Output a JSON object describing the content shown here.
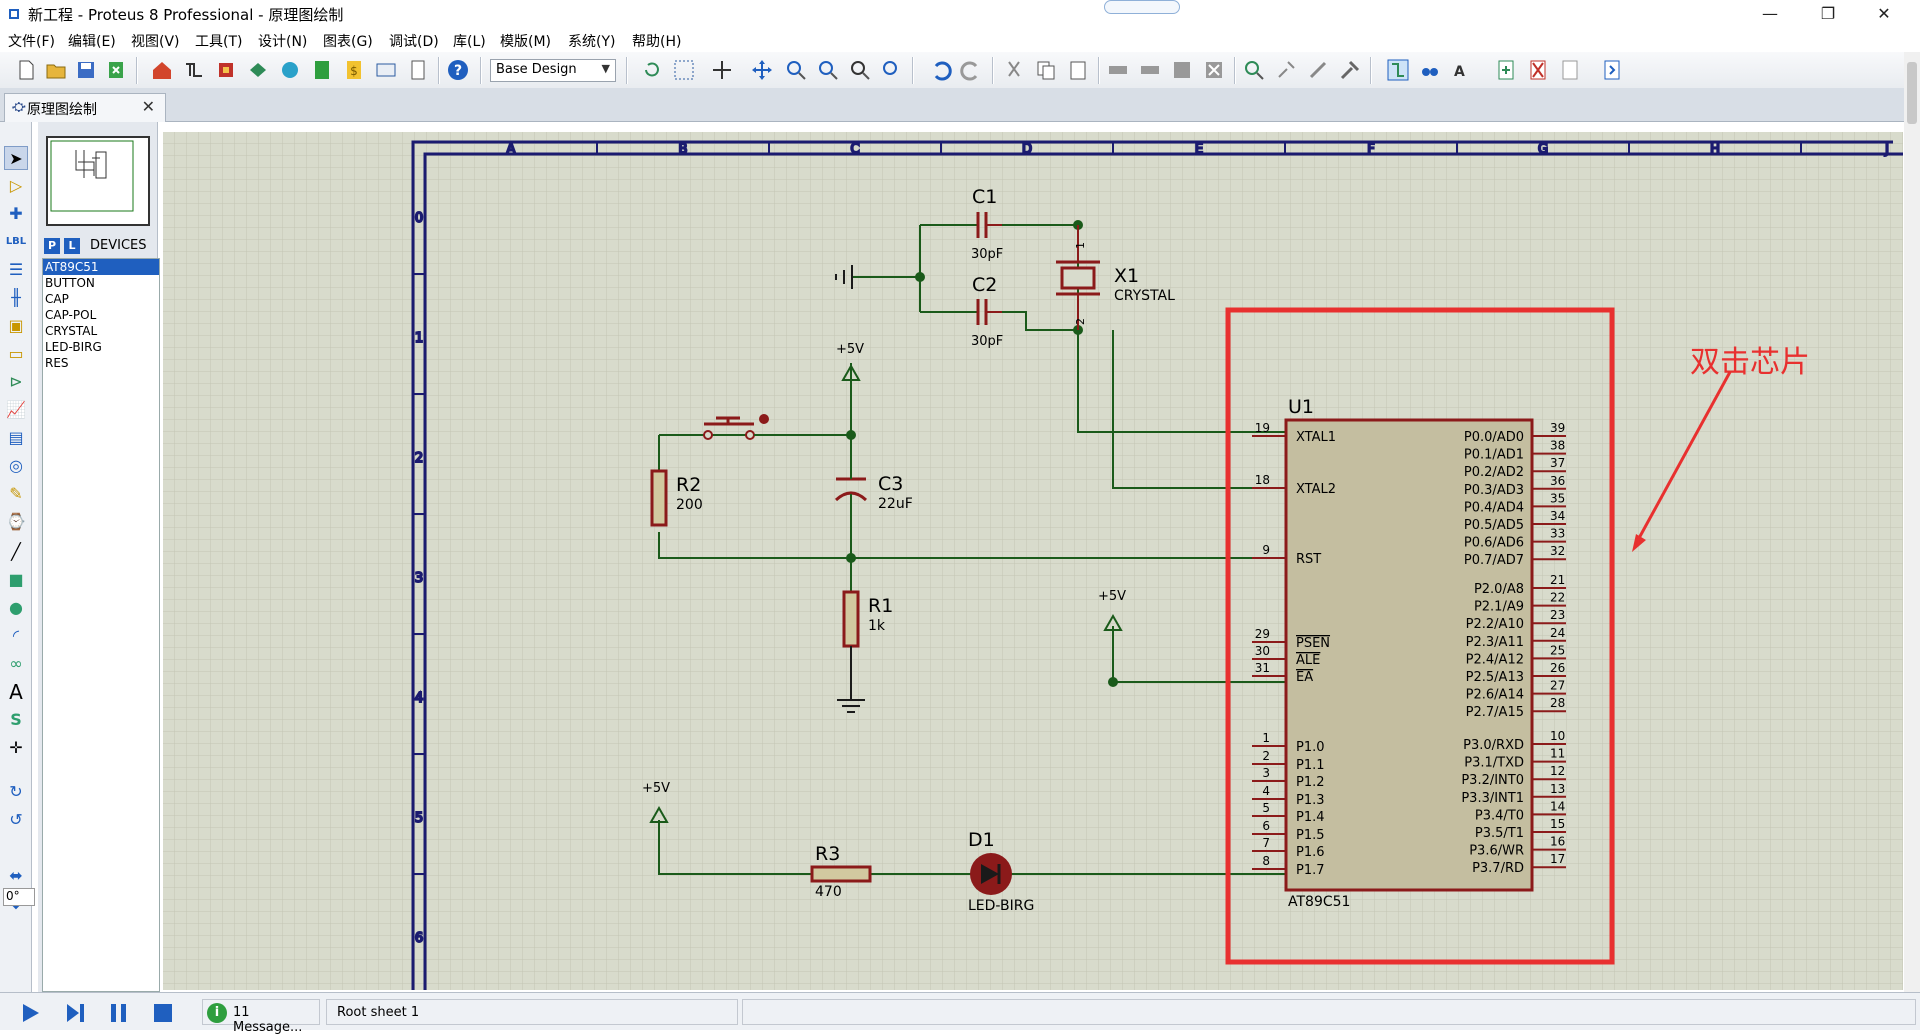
{
  "window": {
    "title": "新工程 - Proteus 8 Professional - 原理图绘制"
  },
  "menu": [
    "文件(F)",
    "编辑(E)",
    "视图(V)",
    "工具(T)",
    "设计(N)",
    "图表(G)",
    "调试(D)",
    "库(L)",
    "模版(M)",
    "系统(Y)",
    "帮助(H)"
  ],
  "toolbar": {
    "design_combo": "Base Design"
  },
  "tab": {
    "label": "原理图绘制"
  },
  "device_panel": {
    "p_label": "P",
    "l_label": "L",
    "header": "DEVICES",
    "devices": [
      "AT89C51",
      "BUTTON",
      "CAP",
      "CAP-POL",
      "CRYSTAL",
      "LED-BIRG",
      "RES"
    ],
    "selected": "AT89C51"
  },
  "angle": "0°",
  "schematic": {
    "col_labels": [
      "A",
      "B",
      "C",
      "D",
      "E",
      "F",
      "G",
      "H",
      "J"
    ],
    "row_labels": [
      "0",
      "1",
      "2",
      "3",
      "4",
      "5",
      "6"
    ],
    "c1": {
      "ref": "C1",
      "value": "30pF"
    },
    "c2": {
      "ref": "C2",
      "value": "30pF"
    },
    "x1": {
      "ref": "X1",
      "value": "CRYSTAL",
      "pin1": "1",
      "pin2": "2"
    },
    "r2": {
      "ref": "R2",
      "value": "200"
    },
    "c3": {
      "ref": "C3",
      "value": "22uF"
    },
    "r1": {
      "ref": "R1",
      "value": "1k"
    },
    "r3": {
      "ref": "R3",
      "value": "470"
    },
    "d1": {
      "ref": "D1",
      "value": "LED-BIRG"
    },
    "vcc": "+5V",
    "u1": {
      "ref": "U1",
      "part": "AT89C51",
      "left_pins": [
        {
          "num": "19",
          "name": "XTAL1"
        },
        {
          "num": "18",
          "name": "XTAL2"
        },
        {
          "num": "9",
          "name": "RST"
        },
        {
          "num": "29",
          "name": "PSEN"
        },
        {
          "num": "30",
          "name": "ALE"
        },
        {
          "num": "31",
          "name": "EA"
        },
        {
          "num": "1",
          "name": "P1.0"
        },
        {
          "num": "2",
          "name": "P1.1"
        },
        {
          "num": "3",
          "name": "P1.2"
        },
        {
          "num": "4",
          "name": "P1.3"
        },
        {
          "num": "5",
          "name": "P1.4"
        },
        {
          "num": "6",
          "name": "P1.5"
        },
        {
          "num": "7",
          "name": "P1.6"
        },
        {
          "num": "8",
          "name": "P1.7"
        }
      ],
      "right_pins": [
        {
          "num": "39",
          "name": "P0.0/AD0"
        },
        {
          "num": "38",
          "name": "P0.1/AD1"
        },
        {
          "num": "37",
          "name": "P0.2/AD2"
        },
        {
          "num": "36",
          "name": "P0.3/AD3"
        },
        {
          "num": "35",
          "name": "P0.4/AD4"
        },
        {
          "num": "34",
          "name": "P0.5/AD5"
        },
        {
          "num": "33",
          "name": "P0.6/AD6"
        },
        {
          "num": "32",
          "name": "P0.7/AD7"
        },
        {
          "num": "21",
          "name": "P2.0/A8"
        },
        {
          "num": "22",
          "name": "P2.1/A9"
        },
        {
          "num": "23",
          "name": "P2.2/A10"
        },
        {
          "num": "24",
          "name": "P2.3/A11"
        },
        {
          "num": "25",
          "name": "P2.4/A12"
        },
        {
          "num": "26",
          "name": "P2.5/A13"
        },
        {
          "num": "27",
          "name": "P2.6/A14"
        },
        {
          "num": "28",
          "name": "P2.7/A15"
        },
        {
          "num": "10",
          "name": "P3.0/RXD"
        },
        {
          "num": "11",
          "name": "P3.1/TXD"
        },
        {
          "num": "12",
          "name": "P3.2/INT0"
        },
        {
          "num": "13",
          "name": "P3.3/INT1"
        },
        {
          "num": "14",
          "name": "P3.4/T0"
        },
        {
          "num": "15",
          "name": "P3.5/T1"
        },
        {
          "num": "16",
          "name": "P3.6/WR"
        },
        {
          "num": "17",
          "name": "P3.7/RD"
        }
      ]
    },
    "annotation": "双击芯片",
    "annotation_color": "#e8302f"
  },
  "status": {
    "messages": "11 Message...",
    "sheet": "Root sheet 1"
  }
}
